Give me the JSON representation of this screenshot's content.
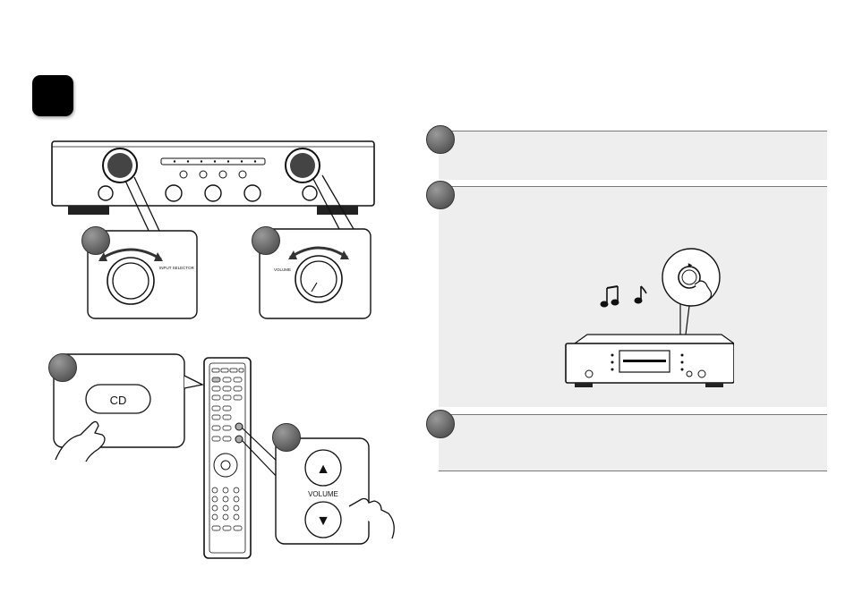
{
  "illustration": {
    "cd_button_label": "CD",
    "volume_label": "VOLUME",
    "input_selector_label": "INPUT SELECTOR",
    "volume_knob_label": "VOLUME",
    "volume_up_symbol": "▲",
    "volume_down_symbol": "▼",
    "play_symbol": "▶"
  },
  "colors": {
    "panel_bg": "#eeeeee",
    "marker": "#666666",
    "badge": "#000000"
  }
}
